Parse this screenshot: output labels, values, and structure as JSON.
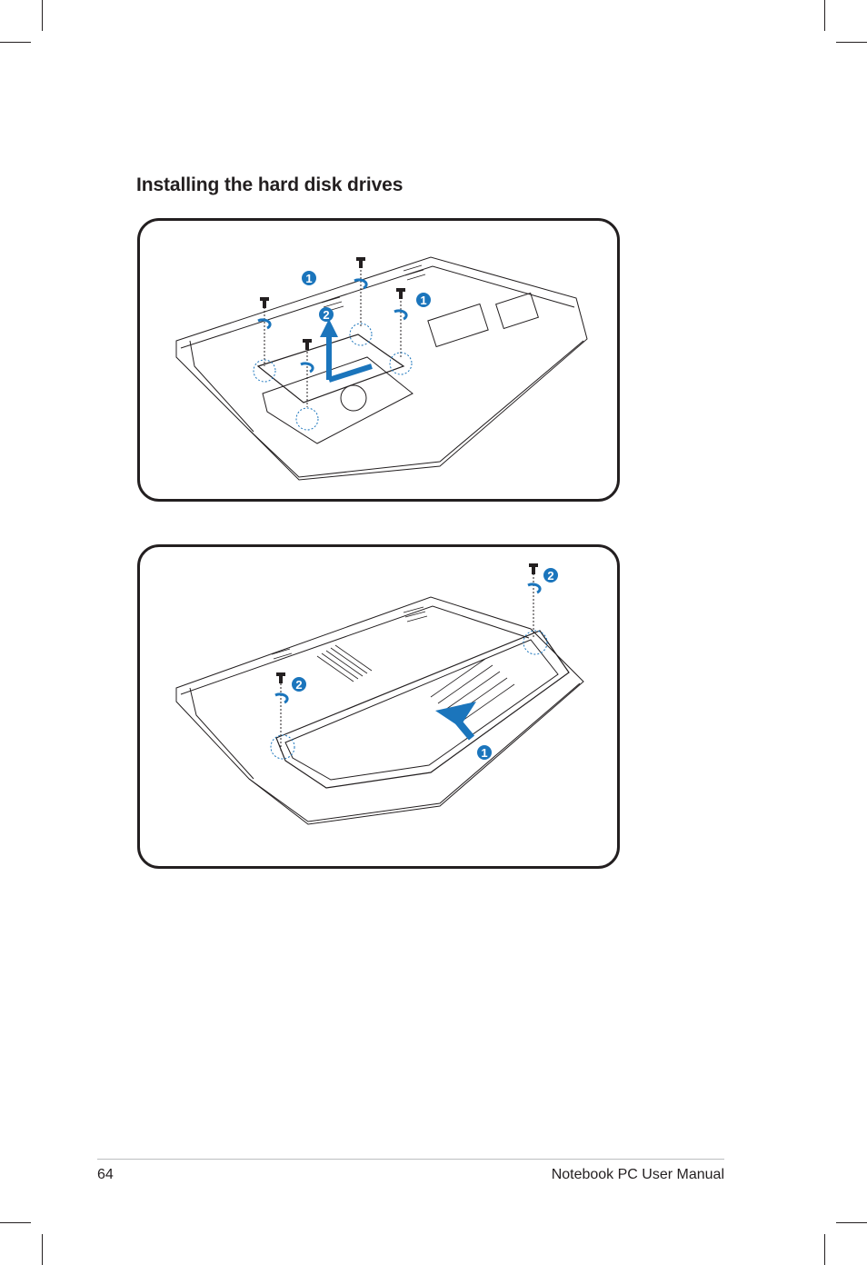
{
  "heading": "Installing the hard disk drives",
  "diagram1": {
    "callouts": [
      "1",
      "1",
      "2"
    ]
  },
  "diagram2": {
    "callouts": [
      "2",
      "2",
      "1"
    ]
  },
  "footer": {
    "page_number": "64",
    "manual_title": "Notebook PC User Manual"
  },
  "colors": {
    "accent_blue": "#1b75bc",
    "line": "#231f20"
  }
}
